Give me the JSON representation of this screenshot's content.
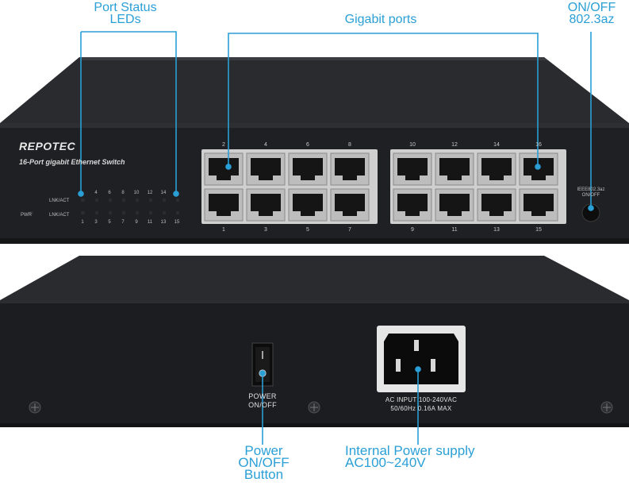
{
  "callouts": {
    "led_line1": "Port Status",
    "led_line2": "LEDs",
    "gigabit": "Gigabit ports",
    "eee_line1": "ON/OFF",
    "eee_line2": "802.3az",
    "power_line1": "Power",
    "power_line2": "ON/OFF",
    "power_line3": "Button",
    "psu_line1": "Internal Power supply",
    "psu_line2": "AC100~240V"
  },
  "front_panel": {
    "brand": "REPOTEC",
    "model": "16-Port gigabit Ethernet Switch",
    "lnk_act_top": "LNK/ACT",
    "lnk_act_bottom": "LNK/ACT",
    "pwr": "PWR",
    "eee_label_line1": "IEEE802.3az",
    "eee_label_line2": "ON/OFF",
    "led_top_numbers": [
      "2",
      "4",
      "6",
      "8",
      "10",
      "12",
      "14",
      "16"
    ],
    "led_bottom_numbers": [
      "1",
      "3",
      "5",
      "7",
      "9",
      "11",
      "13",
      "15"
    ],
    "port_top_numbers": [
      "2",
      "4",
      "6",
      "8",
      "10",
      "12",
      "14",
      "16"
    ],
    "port_bottom_numbers": [
      "1",
      "3",
      "5",
      "7",
      "9",
      "11",
      "13",
      "15"
    ]
  },
  "back_panel": {
    "power_label_line1": "POWER",
    "power_label_line2": "ON/OFF",
    "switch_on": "—",
    "switch_off": "O",
    "ac_line1": "AC INPUT 100-240VAC",
    "ac_line2": "50/60Hz 0.16A MAX"
  },
  "colors": {
    "callout": "#2a9fd6",
    "chassis": "#1e1f22",
    "port_frame": "#d9d9d9"
  }
}
